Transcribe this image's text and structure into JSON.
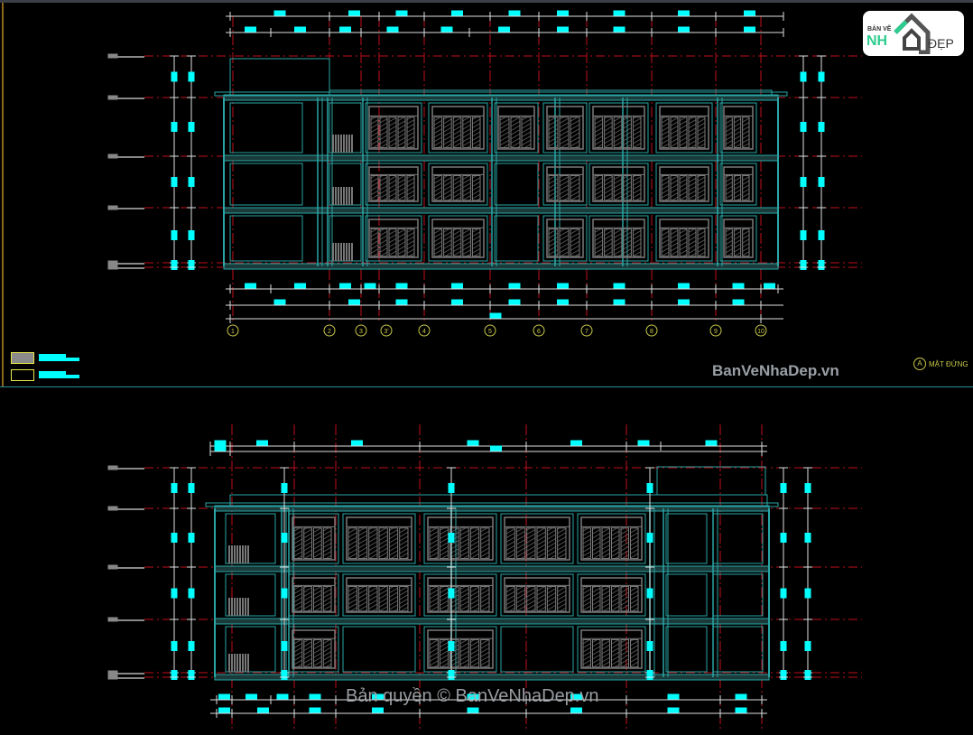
{
  "logo": {
    "top_text": "BẢN VẼ",
    "main_text": "NH",
    "tail_text": "ĐẸP"
  },
  "watermark": "BanVeNhaDep.vn",
  "copyright": "Bản quyền © BanVeNhaDep.vn",
  "view_title": {
    "marker": "A",
    "label": "MẶT ĐỨNG"
  },
  "axes_top": [
    "1",
    "2",
    "3",
    "3'",
    "4",
    "5",
    "6",
    "7",
    "8",
    "9",
    "10"
  ],
  "colors": {
    "background": "#000000",
    "wall": "#2aa6a6",
    "dimension": "#e0e0e0",
    "dim_text": "#00ffff",
    "grid": "#c0101a",
    "window": "#7a7a7a",
    "axis_bubble": "#c8c84a"
  }
}
